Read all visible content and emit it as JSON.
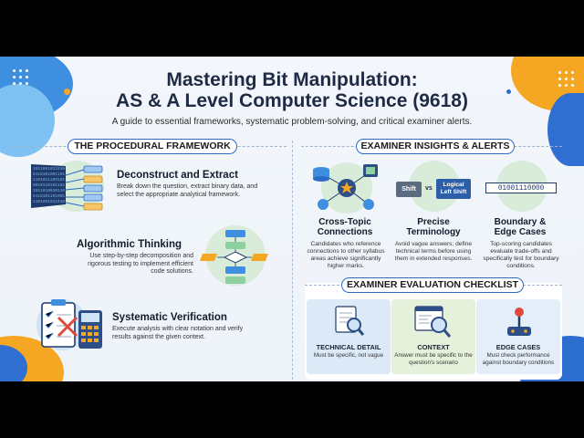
{
  "title_line1": "Mastering Bit Manipulation:",
  "title_line2": "AS & A Level Computer Science (9618)",
  "subtitle": "A guide to essential frameworks, systematic problem-solving, and critical examiner alerts.",
  "left_section": {
    "heading": "THE PROCEDURAL FRAMEWORK",
    "steps": [
      {
        "title": "Deconstruct and Extract",
        "desc": "Break down the question, extract binary data, and select the appropriate analytical framework.",
        "icon": "binary-stream-icon"
      },
      {
        "title": "Algorithmic Thinking",
        "desc": "Use step-by-step decomposition and rigorous testing to implement efficient code solutions.",
        "icon": "flowchart-icon"
      },
      {
        "title": "Systematic Verification",
        "desc": "Execute analysis with clear notation and verify results against the given context.",
        "icon": "clipboard-check-icon"
      }
    ]
  },
  "right_section": {
    "heading": "EXAMINER INSIGHTS & ALERTS",
    "insights": [
      {
        "title_line1": "Cross-Topic",
        "title_line2": "Connections",
        "desc": "Candidates who reference connections to other syllabus areas achieve significantly higher marks.",
        "icon": "network-icon"
      },
      {
        "title_line1": "Precise",
        "title_line2": "Terminology",
        "desc": "Avoid vague answers; define technical terms before using them in extended responses.",
        "icon": "shift-compare-icon",
        "shift_label": "Shift",
        "vs_label": "vs",
        "logical_label_1": "Logical",
        "logical_label_2": "Left Shift"
      },
      {
        "title_line1": "Boundary &",
        "title_line2": "Edge Cases",
        "desc": "Top-scoring candidates evaluate trade-offs and specifically test for boundary conditions.",
        "icon": "bit-array-icon",
        "bits": "01001110000"
      }
    ],
    "checklist": {
      "heading": "EXAMINER EVALUATION CHECKLIST",
      "items": [
        {
          "title": "TECHNICAL DETAIL",
          "desc": "Must be specific, not vague",
          "icon": "magnifier-document-icon",
          "color": "#dceaf8"
        },
        {
          "title": "CONTEXT",
          "desc": "Answer must be specific to the question's scenario",
          "icon": "window-magnifier-icon",
          "color": "#e6f1dc"
        },
        {
          "title": "EDGE CASES",
          "desc": "Must check performance against boundary conditions",
          "icon": "joystick-icon",
          "color": "#e4eef9"
        }
      ]
    }
  },
  "colors": {
    "blue": "#2d6cc4",
    "orange": "#f5a623",
    "navy": "#1f2a44"
  }
}
